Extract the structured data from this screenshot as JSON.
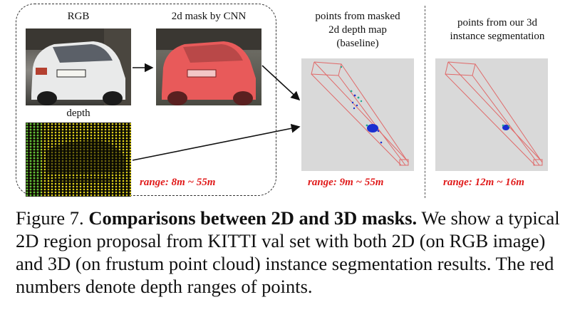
{
  "figure": {
    "rgb_label": "RGB",
    "mask_label": "2d mask by CNN",
    "depth_label": "depth",
    "baseline_label": [
      "points from masked",
      "2d depth map",
      "(baseline)"
    ],
    "ours_label": [
      "points from our 3d",
      "instance segmentation"
    ],
    "range_left": "range: 8m ~ 55m",
    "range_middle": "range: 9m ~ 55m",
    "range_right": "range: 12m ~ 16m",
    "colors": {
      "range_text": "#e01a1a",
      "mask_red": "#e85a5a",
      "frustum": "#e06a6a",
      "cloud_bg": "#d9d9d9",
      "points_blue": "#1a2fd0",
      "points_teal": "#20a890"
    }
  },
  "caption": {
    "prefix": "Figure 7. ",
    "bold": "Comparisons between 2D and 3D masks.",
    "body": " We show a typical 2D region proposal from KITTI val set with both 2D (on RGB image) and 3D (on frustum point cloud) instance segmentation results. The red numbers denote depth ranges of points."
  }
}
